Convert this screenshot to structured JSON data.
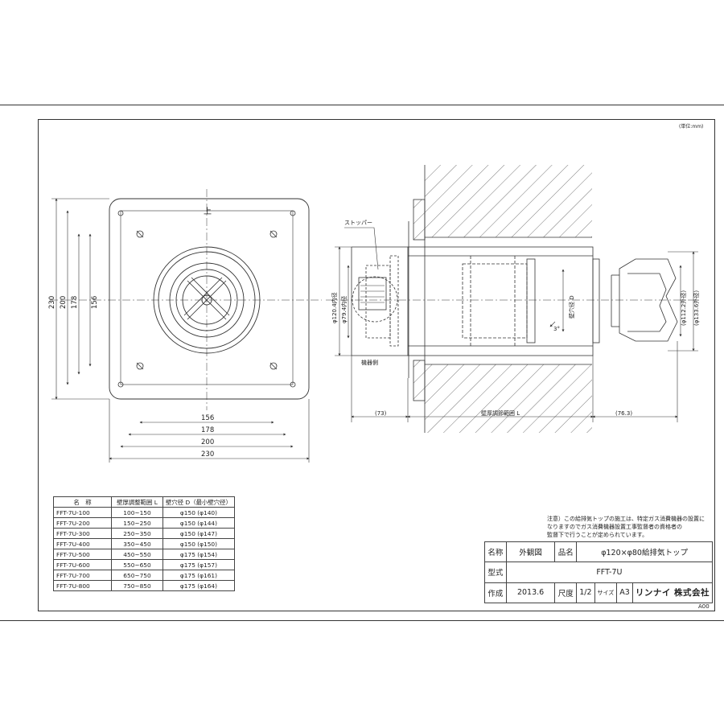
{
  "unit_note": "(単位:mm)",
  "front_view": {
    "top_mark": "上",
    "dims_horizontal": [
      "156",
      "178",
      "200",
      "230"
    ],
    "dims_vertical": [
      "230",
      "200",
      "178",
      "156"
    ]
  },
  "side_view": {
    "stopper_label": "ストッパー",
    "equipment_side_label": "機器側",
    "hole_label": "壁穴径 D",
    "inner_diameters": [
      "φ120.4内径",
      "φ79.4内径"
    ],
    "outer_diameters": [
      "(φ112.2外径)",
      "(φ133.6外径)"
    ],
    "angle_label": "3°",
    "dim_left": "(73)",
    "dim_adjust": "壁厚調節範囲 L",
    "dim_right": "(76.3)"
  },
  "model_table": {
    "headers": [
      "名　称",
      "壁厚調整範囲 L",
      "壁穴径 D（最小壁穴径）"
    ],
    "rows": [
      [
        "FFT-7U-100",
        "100~150",
        "φ150 (φ140)"
      ],
      [
        "FFT-7U-200",
        "150~250",
        "φ150 (φ144)"
      ],
      [
        "FFT-7U-300",
        "250~350",
        "φ150 (φ147)"
      ],
      [
        "FFT-7U-400",
        "350~450",
        "φ150 (φ150)"
      ],
      [
        "FFT-7U-500",
        "450~550",
        "φ175 (φ154)"
      ],
      [
        "FFT-7U-600",
        "550~650",
        "φ175 (φ157)"
      ],
      [
        "FFT-7U-700",
        "650~750",
        "φ175 (φ161)"
      ],
      [
        "FFT-7U-800",
        "750~850",
        "φ175 (φ164)"
      ]
    ]
  },
  "notes": {
    "line1": "注意）この給排気トップの施工は、特定ガス消費機器の設置に",
    "line2": "なりますのでガス消費機器設置工事監督者の資格者の",
    "line3": "監督下で行うことが定められています。"
  },
  "title_block": {
    "name_key": "名称",
    "name_value": "外観図",
    "product_key": "品名",
    "product_value": "φ120×φ80給排気トップ",
    "model_key": "型式",
    "model_value": "FFT-7U",
    "created_key": "作成",
    "created_value": "2013.6",
    "scale_key": "尺度",
    "scale_value": "1/2",
    "size_key": "サイズ",
    "size_value": "A3",
    "brand": "リンナイ 株式会社"
  },
  "doc_code": "A00"
}
